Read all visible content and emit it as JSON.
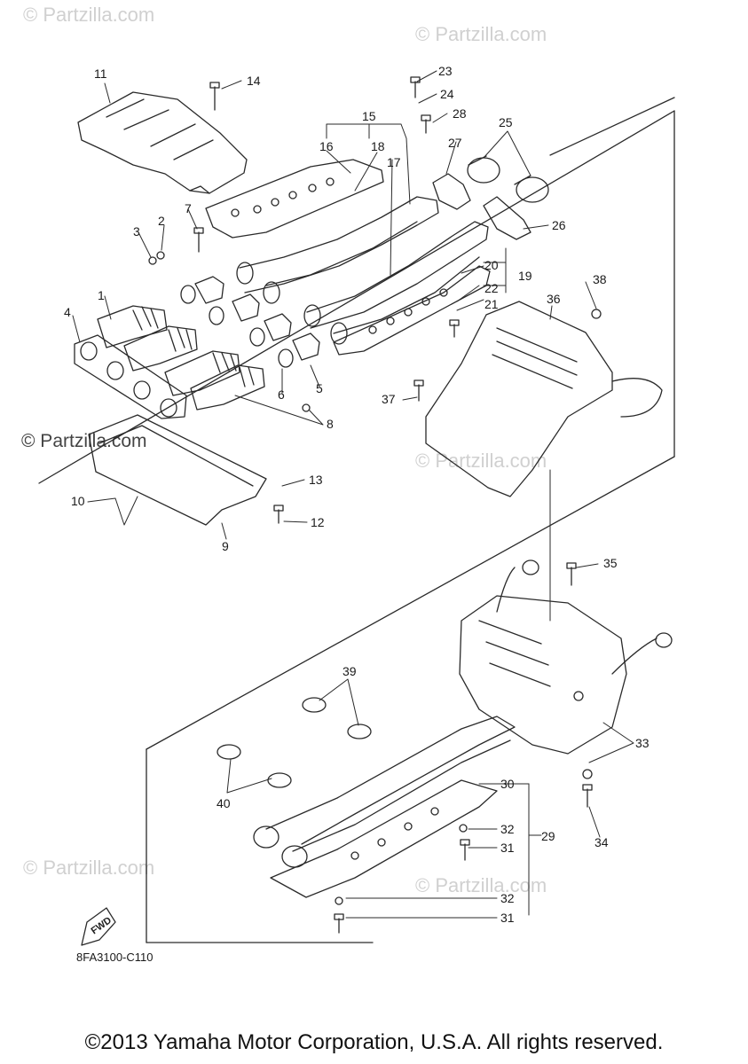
{
  "watermark": "© Partzilla.com",
  "fwd_label": "FWD",
  "diagram_code": "8FA3100-C110",
  "copyright": "©2013 Yamaha Motor Corporation, U.S.A. All rights reserved.",
  "callouts": [
    "1",
    "2",
    "3",
    "4",
    "5",
    "6",
    "7",
    "8",
    "9",
    "10",
    "11",
    "12",
    "13",
    "14",
    "15",
    "16",
    "17",
    "18",
    "19",
    "20",
    "21",
    "22",
    "23",
    "24",
    "25",
    "26",
    "27",
    "28",
    "29",
    "30",
    "31",
    "31",
    "32",
    "32",
    "33",
    "34",
    "35",
    "36",
    "37",
    "38",
    "39",
    "40"
  ],
  "colors": {
    "line": "#2a2a2a",
    "watermark": "#d0d0d0",
    "background": "#ffffff"
  }
}
